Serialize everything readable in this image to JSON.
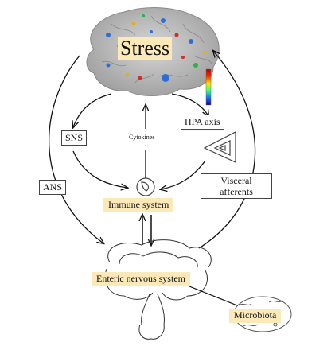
{
  "labels": {
    "stress": "Stress",
    "sns": "SNS",
    "hpa_axis": "HPA axis",
    "cytokines": "Cytokines",
    "ans": "ANS",
    "visceral_afferents_line1": "Visceral",
    "visceral_afferents_line2": "afferents",
    "immune_system": "Immune system",
    "enteric_nervous_system": "Enteric nervous system",
    "microbiota": "Microbiota"
  },
  "colors": {
    "highlight": "#fbe9b8",
    "line": "#111111",
    "brain": "#b9b9b9"
  },
  "icons": {
    "brain": "brain-icon",
    "colorbar": "colorbar-icon",
    "immune_cell": "immune-cell-icon",
    "adrenal_gland": "triangle-gland-icon",
    "intestine": "intestine-icon",
    "microbiota": "microbe-icon"
  }
}
